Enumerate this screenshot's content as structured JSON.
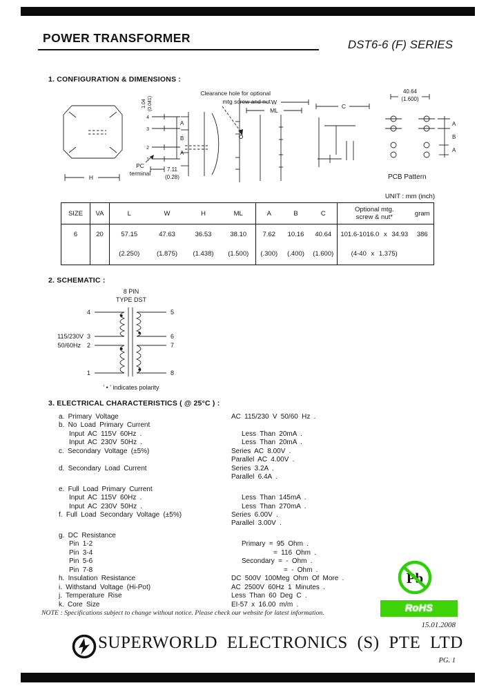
{
  "colors": {
    "rohs_green": "#3ed308",
    "ink": "#151515"
  },
  "header": {
    "title": "POWER TRANSFORMER",
    "series": "DST6-6 (F) SERIES"
  },
  "section1": {
    "title": "1. CONFIGURATION & DIMENSIONS :",
    "unit": "UNIT : mm (inch)"
  },
  "diagram": {
    "pin_thickness": "1.04",
    "pin_thickness_in": "(0.041)",
    "clearance1": "Clearance hole for optional",
    "clearance2": "mtg screw and nut",
    "pc1": "PC",
    "pc2": "terminal",
    "h": "H",
    "w": "W",
    "ml": "ML",
    "c": "C",
    "d711": "7.11",
    "d711_in": "(0.28)",
    "p4": "4",
    "p3": "3",
    "p2": "2",
    "p1": "1",
    "a1": "A",
    "b": "B",
    "a2": "A",
    "pcb_dim": "40.64",
    "pcb_dim_in": "(1.600)",
    "pcb_a1": "A",
    "pcb_b": "B",
    "pcb_a2": "A",
    "pcb_caption": "PCB Pattern"
  },
  "table": {
    "h_size": "SIZE",
    "h_va": "VA",
    "h_l": "L",
    "h_w": "W",
    "h_h": "H",
    "h_ml": "ML",
    "h_a": "A",
    "h_b": "B",
    "h_c": "C",
    "h_screw1": "Optional mtg.",
    "h_screw2": "screw & nut*",
    "h_gram": "gram",
    "size": "6",
    "va": "20",
    "l_mm": "57.15",
    "l_in": "(2.250)",
    "w_mm": "47.63",
    "w_in": "(1.875)",
    "hh_mm": "36.53",
    "hh_in": "(1.438)",
    "ml_mm": "38.10",
    "ml_in": "(1.500)",
    "a_mm": "7.62",
    "a_in": "(.300)",
    "b_mm": "10.16",
    "b_in": "(.400)",
    "c_mm": "40.64",
    "c_in": "(1.600)",
    "screw_mm": "101.6-1016.0 x 34.93",
    "screw_in": "(4-40 x 1.375)",
    "gram": "386"
  },
  "section2": {
    "title": "2. SCHEMATIC :"
  },
  "schematic": {
    "type1": "8 PIN",
    "type2": "TYPE DST",
    "volt": "115/230V",
    "freq": "50/60Hz",
    "p1": "1",
    "p2": "2",
    "p3": "3",
    "p4": "4",
    "p5": "5",
    "p6": "6",
    "p7": "7",
    "p8": "8",
    "polarity": "' • ' indicates polarity"
  },
  "section3": {
    "title": "3. ELECTRICAL CHARACTERISTICS ( @ 25°C ) :",
    "rows": [
      {
        "l": "a. Primary Voltage",
        "r": "AC 115/230 V 50/60 Hz ."
      },
      {
        "l": "b. No Load Primary Current",
        "r": ""
      },
      {
        "l": "Input AC 115V 60Hz .",
        "r": "Less Than 20mA ."
      },
      {
        "l": "Input AC 230V 50Hz .",
        "r": "Less Than 20mA ."
      },
      {
        "l": "c. Secondary Voltage (±5%)",
        "r": "Series AC 8.00V ."
      },
      {
        "l": "",
        "r": "Parallel AC 4.00V ."
      },
      {
        "l": "d. Secondary Load Current",
        "r": "Series 3.2A ."
      },
      {
        "l": "",
        "r": "Parallel 6.4A ."
      },
      {
        "l": "e. Full Load Primary Current",
        "r": ""
      },
      {
        "l": "Input AC 115V 60Hz .",
        "r": "Less Than 145mA ."
      },
      {
        "l": "Input AC 230V 50Hz .",
        "r": "Less Than 270mA ."
      },
      {
        "l": "f. Full Load Secondary Voltage (±5%)",
        "r": "Series 6.00V ."
      },
      {
        "l": "",
        "r": "Parallel 3.00V ."
      },
      {
        "l": "g. DC Resistance",
        "r": ""
      },
      {
        "l": "Pin 1-2",
        "r": "Primary = 95 Ohm ."
      },
      {
        "l": "Pin 3-4",
        "r": "= 116 Ohm ."
      },
      {
        "l": "Pin 5-6",
        "r": "Secondary = - Ohm ."
      },
      {
        "l": "Pin 7-8",
        "r": "= - Ohm ."
      },
      {
        "l": "h. Insulation Resistance",
        "r": "DC 500V 100Meg Ohm Of More ."
      },
      {
        "l": "i. Withstand Voltage (Hi-Pot)",
        "r": "AC 2500V 60Hz 1 Minutes ."
      },
      {
        "l": "j. Temperature Rise",
        "r": "Less Than 60 Deg C ."
      },
      {
        "l": "k. Core Size",
        "r": "EI-57 x 16.00 m/m ."
      }
    ]
  },
  "footer": {
    "note": "NOTE : Specifications subject to change without notice. Please check our website for latest information.",
    "pb": "Pb",
    "rohs": "RoHS Compliant",
    "date": "15.01.2008",
    "company": "SUPERWORLD ELECTRONICS (S) PTE LTD",
    "page": "PG. 1"
  }
}
